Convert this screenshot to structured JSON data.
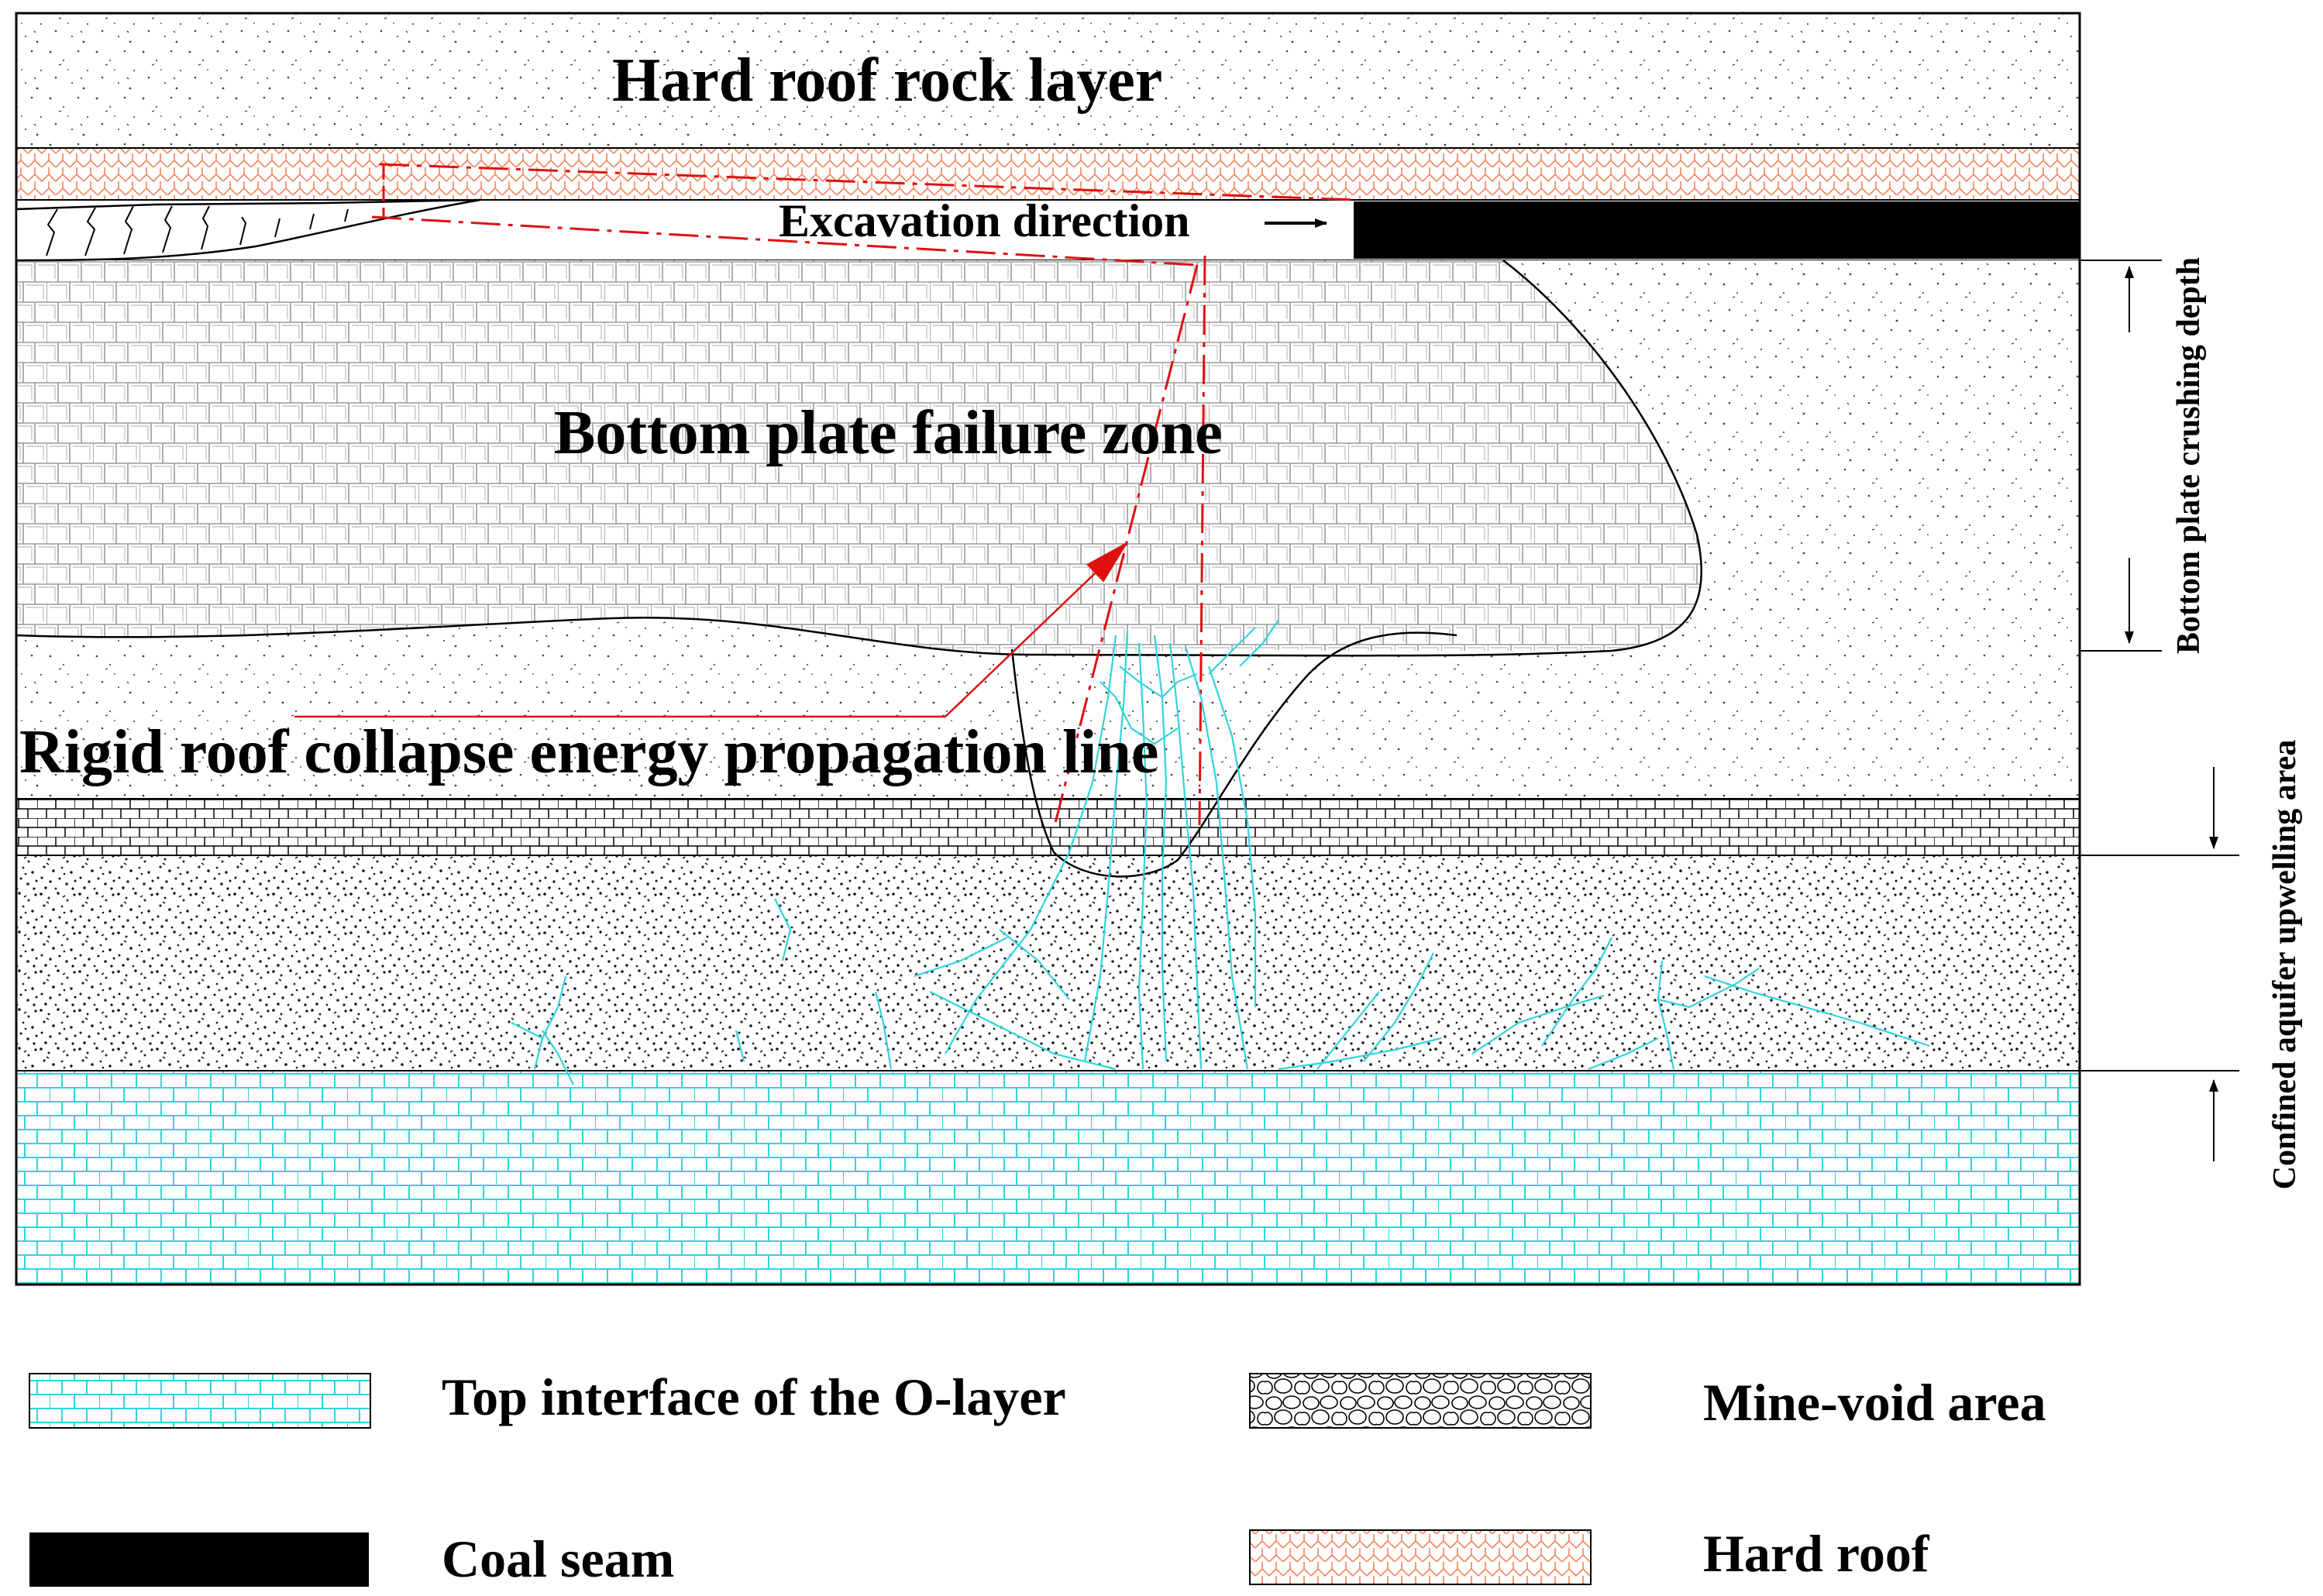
{
  "layers": {
    "hard_roof_rock": "Hard roof rock layer",
    "excavation": "Excavation direction",
    "failure_zone": "Bottom plate failure zone",
    "energy_line": "Rigid roof collapse energy propagation line"
  },
  "dimensions": {
    "crushing_depth": "Bottom plate crushing depth",
    "aquifer_upwelling": "Confined aquifer upwelling area"
  },
  "legend": [
    {
      "id": "o-layer",
      "label": "Top interface of the O-layer"
    },
    {
      "id": "mine-void",
      "label": "Mine-void area"
    },
    {
      "id": "coal-seam",
      "label": "Coal seam"
    },
    {
      "id": "hard-roof",
      "label": "Hard roof"
    }
  ],
  "colors": {
    "hard_roof": "#f3845c",
    "fracture": "#32d3dc",
    "energy_line": "#e01010",
    "coal": "#000000",
    "outline": "#000000"
  }
}
